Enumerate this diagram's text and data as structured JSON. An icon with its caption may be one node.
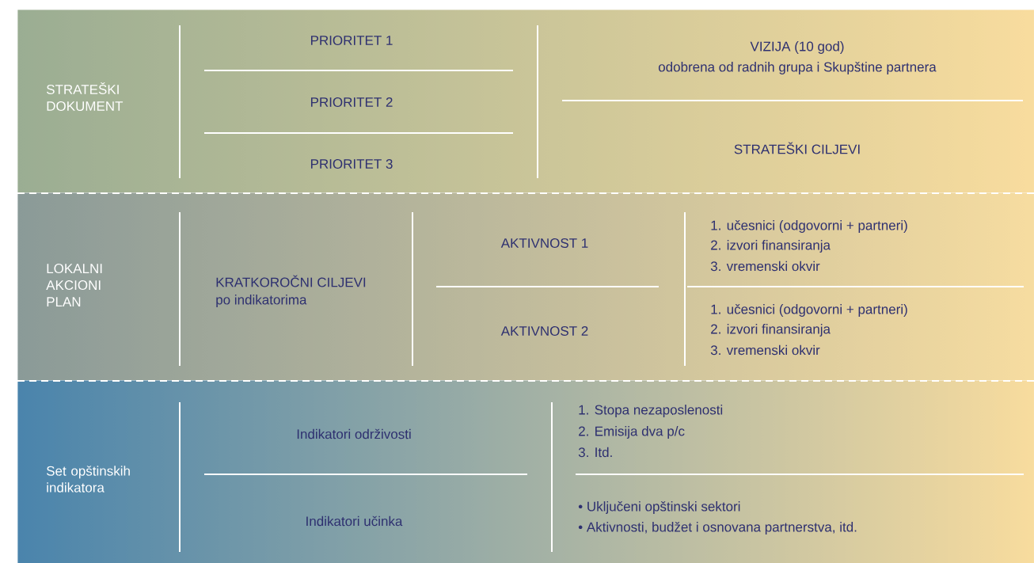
{
  "diagram": {
    "nodes": [
      {
        "text": [
          "STRATEŠKI DOKUMENT",
          "PRIORITET 1",
          "PRIORITET 2",
          "PRIORITET 3",
          "VIZIJA (10 god)",
          "odobrena od radnih grupa i Skupštine partnera",
          "STRATEŠKI CILJEVI"
        ]
      },
      {
        "text": [
          "LOKALNI AKCIONI PLAN",
          "KRATKOROČNI CILJEVI",
          "po indikatorima",
          "AKTIVNOST 1",
          "AKTIVNOST 2",
          "1. učesnici (odgovorni + partneri)",
          "2. izvori finansiranja",
          "3. vremenski okvir",
          "1. učesnici (odgovorni + partneri)",
          "2. izvori finansiranja",
          "3. vremenski okvir"
        ]
      },
      {
        "text": [
          "Set opštinskih indikatora",
          "Indikatori održivosti",
          "Indikatori učinka",
          "1. Stopa nezaposlenosti",
          "2. Emisija dva p/c",
          "3. Itd.",
          "• Uključeni opštinski sektori",
          "• Aktivnosti, budžet i osnovana partnerstva, itd."
        ]
      }
    ]
  }
}
